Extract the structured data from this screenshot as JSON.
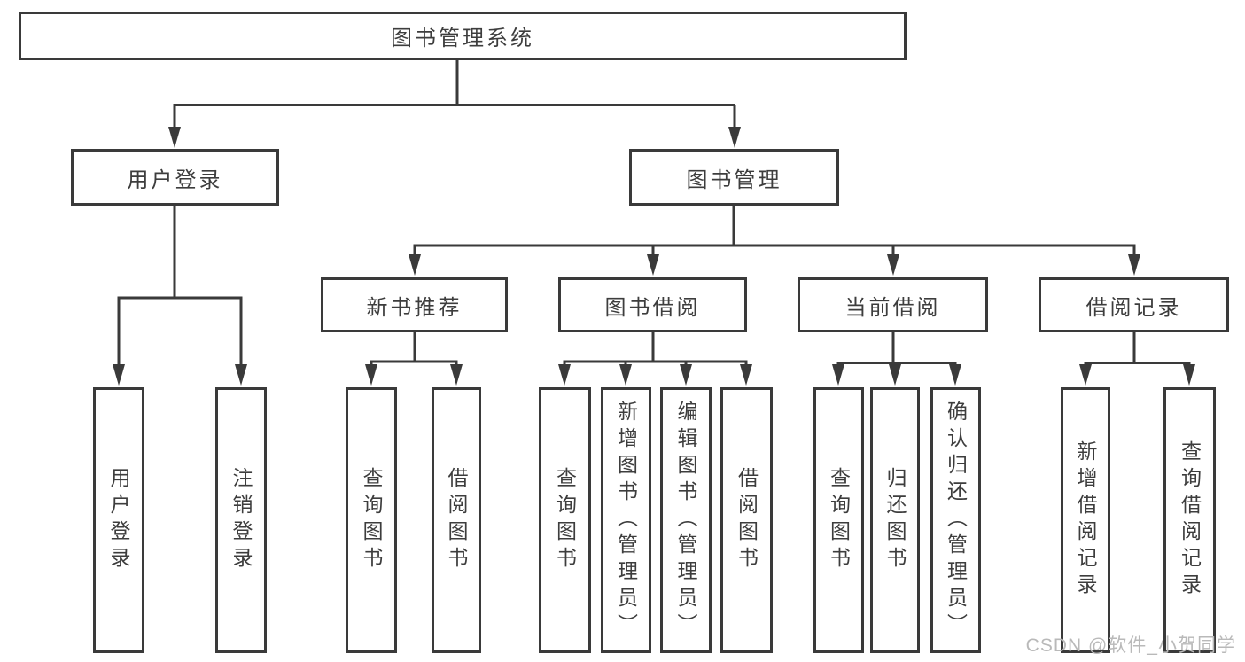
{
  "diagram": {
    "tree": {
      "label": "图书管理系统",
      "children": [
        {
          "label": "用户登录",
          "children": [
            {
              "label": "用户登录"
            },
            {
              "label": "注销登录"
            }
          ]
        },
        {
          "label": "图书管理",
          "children": [
            {
              "label": "新书推荐",
              "children": [
                {
                  "label": "查询图书"
                },
                {
                  "label": "借阅图书"
                }
              ]
            },
            {
              "label": "图书借阅",
              "children": [
                {
                  "label": "查询图书"
                },
                {
                  "label": "新增图书（管理员）"
                },
                {
                  "label": "编辑图书（管理员）"
                },
                {
                  "label": "借阅图书"
                }
              ]
            },
            {
              "label": "当前借阅",
              "children": [
                {
                  "label": "查询图书"
                },
                {
                  "label": "归还图书"
                },
                {
                  "label": "确认归还（管理员）"
                }
              ]
            },
            {
              "label": "借阅记录",
              "children": [
                {
                  "label": "新增借阅记录"
                },
                {
                  "label": "查询借阅记录"
                }
              ]
            }
          ]
        }
      ]
    },
    "colors": {
      "line": "#3a3a3a",
      "text": "#3d3d3d",
      "background": "#ffffff"
    }
  },
  "watermark": {
    "text": "CSDN @软件_小贺同学",
    "color": "#b9b9b9"
  }
}
